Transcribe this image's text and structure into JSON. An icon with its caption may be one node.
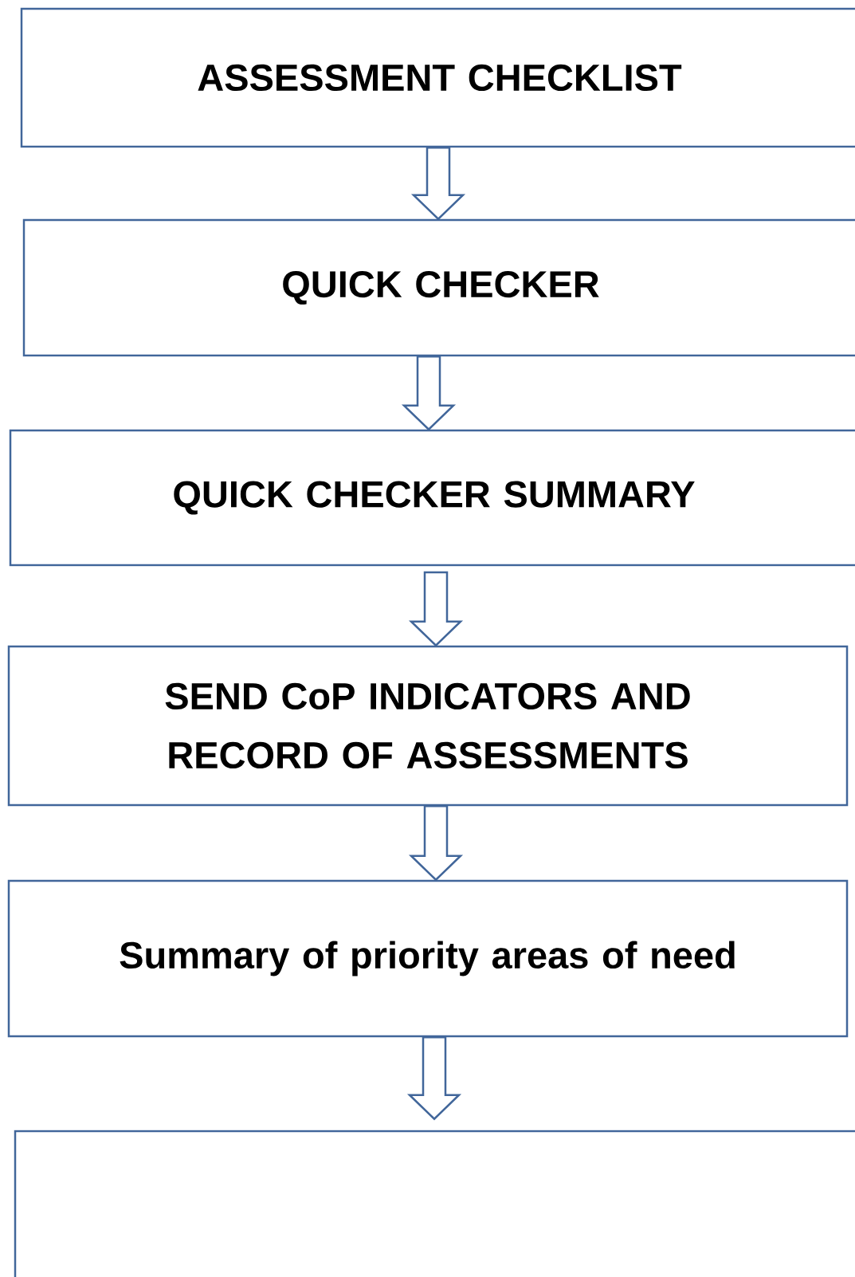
{
  "diagram": {
    "nodes": [
      {
        "text": [
          "ASSESSMENT CHECKLIST"
        ]
      },
      {
        "text": [
          "QUICK CHECKER"
        ]
      },
      {
        "text": [
          "QUICK CHECKER SUMMARY"
        ]
      },
      {
        "text": [
          "SEND CoP INDICATORS AND RECORD OF ASSESSMENTS"
        ]
      },
      {
        "text": [
          "Summary of priority areas of need"
        ]
      },
      {
        "text": [],
        "shape": "box"
      }
    ],
    "edges": [
      {
        "from": 0,
        "to": 1,
        "arrow": "to"
      },
      {
        "from": 1,
        "to": 2,
        "arrow": "to"
      },
      {
        "from": 2,
        "to": 3,
        "arrow": "to"
      },
      {
        "from": 3,
        "to": 4,
        "arrow": "to"
      },
      {
        "from": 4,
        "to": 5,
        "arrow": "to"
      }
    ]
  }
}
